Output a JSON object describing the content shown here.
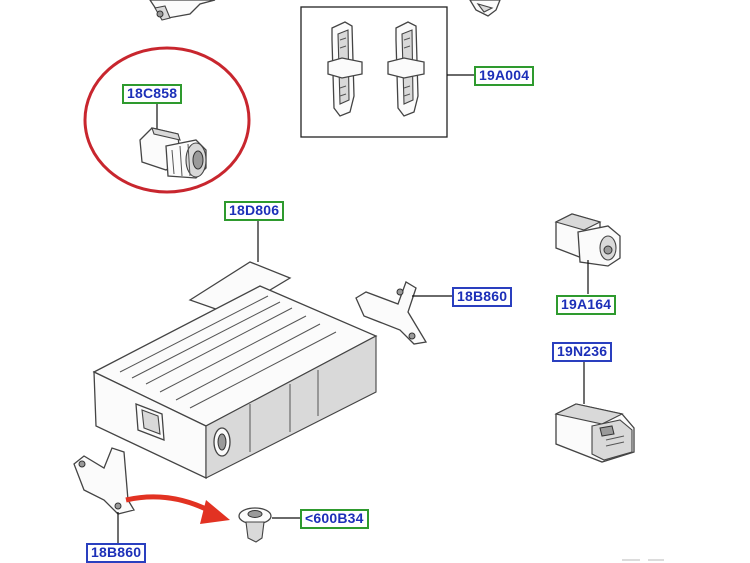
{
  "labels": {
    "part_18C858": "18C858",
    "part_19A004": "19A004",
    "part_18D806": "18D806",
    "part_18B860_right": "18B860",
    "part_19A164": "19A164",
    "part_19N236": "19N236",
    "part_600B34": "<600B34",
    "part_18B860_left": "18B860"
  },
  "colors": {
    "highlight_circle": "#c8262e",
    "arrow": "#e23222",
    "label_text": "#1c2fb8",
    "label_border_green": "#2e9a2e",
    "label_border_blue": "#2a3fbf"
  },
  "icons": [
    "highlight-circle",
    "curved-arrow"
  ]
}
